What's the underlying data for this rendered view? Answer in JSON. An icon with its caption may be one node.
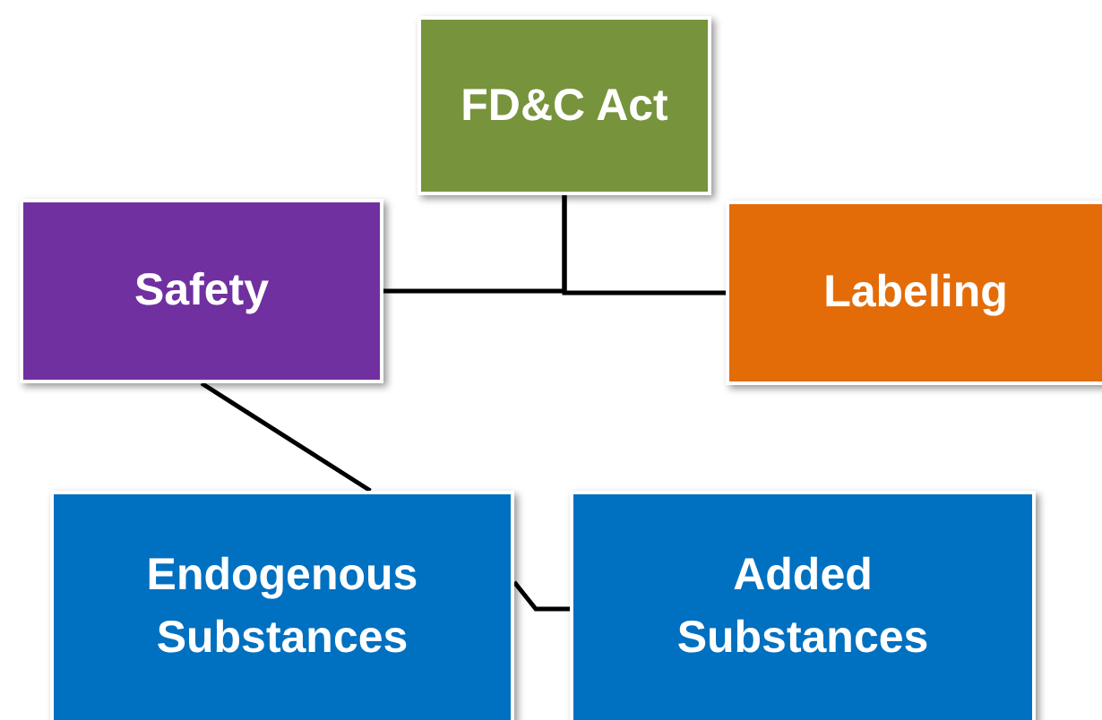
{
  "diagram": {
    "nodes": [
      {
        "text": [
          "FD&C Act"
        ]
      },
      {
        "text": [
          "Safety"
        ]
      },
      {
        "text": [
          "Labeling"
        ]
      },
      {
        "text": [
          "Endogenous Substances"
        ]
      },
      {
        "text": [
          "Added Substances"
        ]
      }
    ],
    "edges": [
      {
        "from": 0,
        "to": 1,
        "arrow": "none"
      },
      {
        "from": 0,
        "to": 2,
        "arrow": "none"
      },
      {
        "from": 1,
        "to": 3,
        "arrow": "none"
      },
      {
        "from": 3,
        "to": 4,
        "arrow": "none"
      }
    ]
  }
}
